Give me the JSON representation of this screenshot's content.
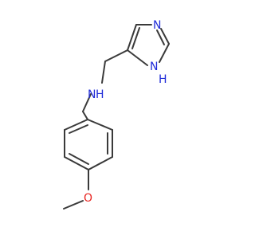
{
  "molecule": {
    "atoms": {
      "n_ring_top": "N",
      "nh_ring_n": "N",
      "nh_ring_h": "H",
      "amine_n": "N",
      "amine_h": "H",
      "ether_o": "O"
    },
    "colors": {
      "bond": "#3a3a3a",
      "nitrogen": "#1f2bd8",
      "oxygen": "#e8231f"
    }
  }
}
